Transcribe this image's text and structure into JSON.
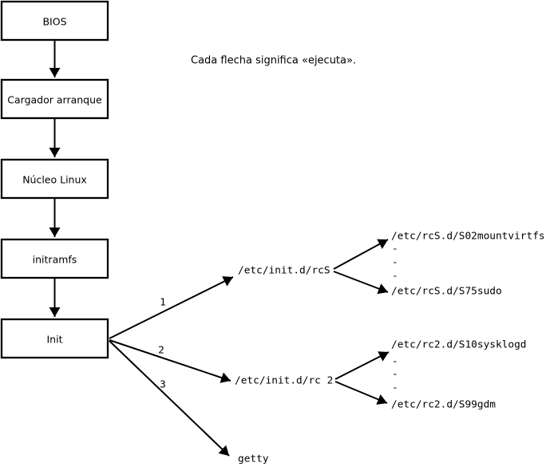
{
  "diagram": {
    "note": "Cada flecha significa «ejecuta».",
    "boxes": {
      "bios": "BIOS",
      "bootloader": "Cargador arranque",
      "kernel": "Núcleo Linux",
      "initramfs": "initramfs",
      "init": "Init"
    },
    "branch_labels": {
      "rcS": "1",
      "rc2": "2",
      "getty": "3"
    },
    "scripts": {
      "rcS": "/etc/init.d/rcS",
      "rcS_first": "/etc/rcS.d/S02mountvirtfs",
      "rcS_last": "/etc/rcS.d/S75sudo",
      "rc2": "/etc/init.d/rc 2",
      "rc2_first": "/etc/rc2.d/S10sysklogd",
      "rc2_last": "/etc/rc2.d/S99gdm",
      "getty": "getty"
    },
    "ellipsis_dash": "-",
    "colors": {
      "line": "#000000",
      "box_fill": "#ffffff",
      "background": "#ffffff",
      "text": "#000000"
    }
  }
}
